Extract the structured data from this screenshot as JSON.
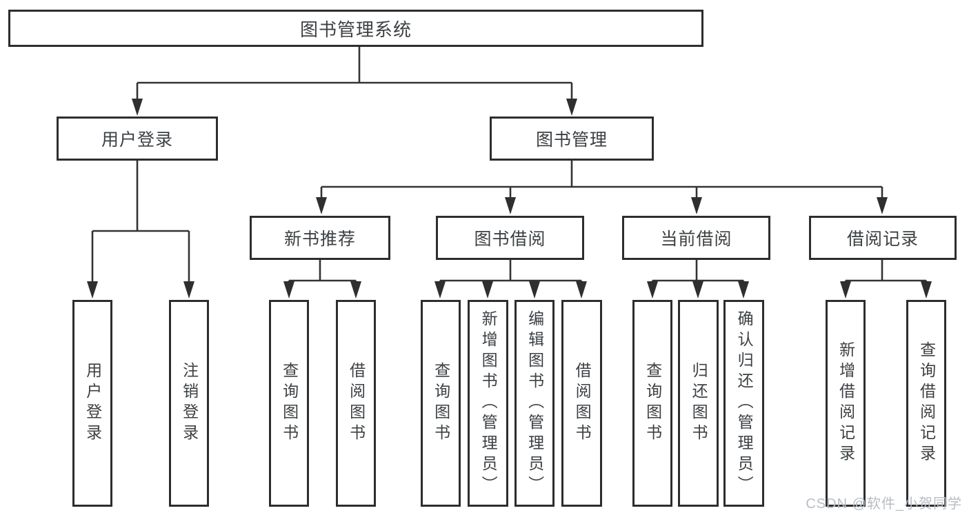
{
  "tree": {
    "root": {
      "label": "图书管理系统"
    },
    "level2": [
      {
        "label": "用户登录"
      },
      {
        "label": "图书管理"
      }
    ],
    "level3": [
      {
        "label": "新书推荐"
      },
      {
        "label": "图书借阅"
      },
      {
        "label": "当前借阅"
      },
      {
        "label": "借阅记录"
      }
    ],
    "leaves": {
      "user_login": [
        "用户登录",
        "注销登录"
      ],
      "new_book_rec": [
        "查询图书",
        "借阅图书"
      ],
      "book_borrow": [
        "查询图书",
        "新增图书（管理员）",
        "编辑图书（管理员）",
        "借阅图书"
      ],
      "current_borrow": [
        "查询图书",
        "归还图书",
        "确认归还（管理员）"
      ],
      "borrow_records": [
        "新增借阅记录",
        "查询借阅记录"
      ]
    }
  },
  "colors": {
    "line": "#333333",
    "border": "#2d2d2d",
    "text": "#3c4043",
    "watermark": "#b7bdc4"
  },
  "watermark": {
    "text": "CSDN @软件_小贺同学"
  }
}
